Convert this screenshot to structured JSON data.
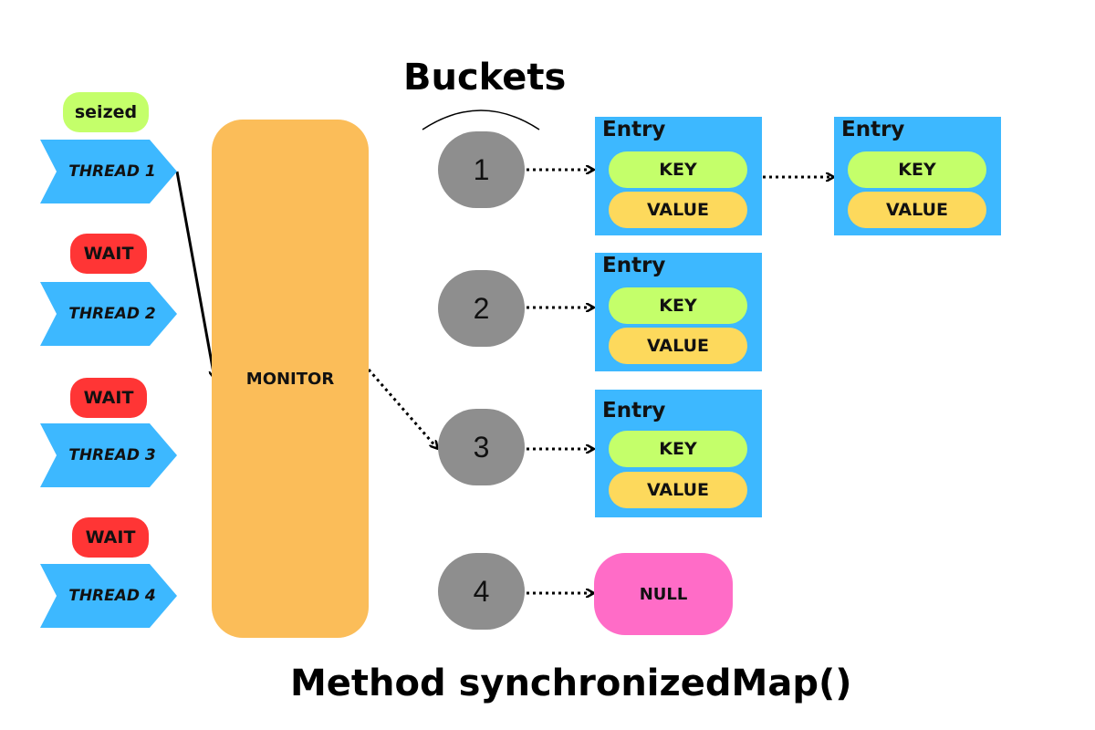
{
  "header": {
    "buckets_label": "Buckets"
  },
  "footer": {
    "caption": "Method synchronizedMap()"
  },
  "threads": [
    {
      "label": "THREAD 1",
      "status": "seized"
    },
    {
      "label": "THREAD 2",
      "status": "WAIT"
    },
    {
      "label": "THREAD 3",
      "status": "WAIT"
    },
    {
      "label": "THREAD 4",
      "status": "WAIT"
    }
  ],
  "monitor": {
    "label": "MONITOR"
  },
  "buckets": [
    "1",
    "2",
    "3",
    "4"
  ],
  "entry": {
    "title": "Entry",
    "key": "KEY",
    "value": "VALUE"
  },
  "null_label": "NULL",
  "colors": {
    "thread": "#3db8ff",
    "seized": "#c4ff6a",
    "wait": "#ff3535",
    "monitor": "#fbbd59",
    "bucket": "#8e8e8e",
    "entry_bg": "#3db8ff",
    "key": "#c4ff6a",
    "value": "#fdd95c",
    "null": "#ff6cc7"
  }
}
